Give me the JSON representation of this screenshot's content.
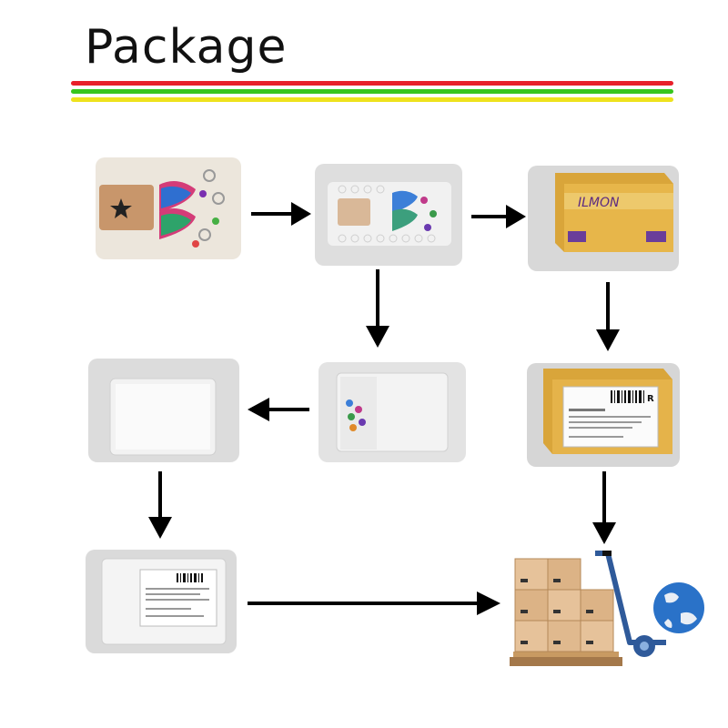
{
  "title": "Package",
  "colors": {
    "red": "#e8202a",
    "green": "#37c61e",
    "yellow": "#eee21d",
    "arrow": "#000000"
  },
  "steps": [
    {
      "id": "earrings-card",
      "icon": "earrings-on-card-photo"
    },
    {
      "id": "bubble-wrap",
      "icon": "bubble-wrapped-earrings-photo"
    },
    {
      "id": "sealed-box",
      "icon": "taped-box-photo"
    },
    {
      "id": "padded-envelope",
      "icon": "padded-envelope-photo"
    },
    {
      "id": "outer-bag",
      "icon": "white-bag-photo"
    },
    {
      "id": "labeled-box",
      "icon": "labeled-box-photo"
    },
    {
      "id": "labeled-bag",
      "icon": "labeled-bag-photo"
    },
    {
      "id": "shipping-cart-globe",
      "icon": "boxes-hand-truck-globe-icon"
    }
  ],
  "box_label_text": "ILMON",
  "box_label_short": "R"
}
